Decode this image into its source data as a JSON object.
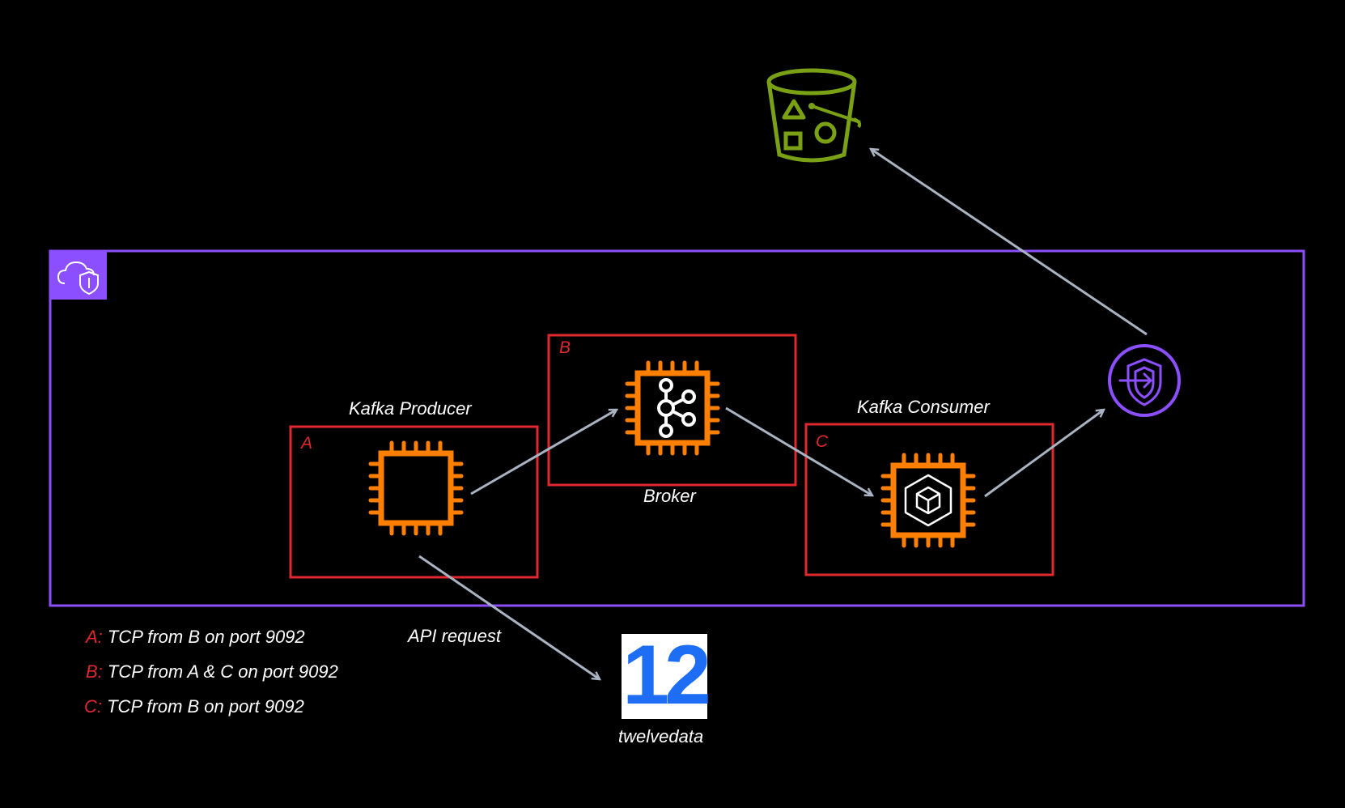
{
  "labels": {
    "producer": "Kafka Producer",
    "broker": "Broker",
    "consumer": "Kafka Consumer",
    "api_request": "API request",
    "twelvedata": "twelvedata",
    "twelvedata_logo_text": "12"
  },
  "security_groups": [
    {
      "id": "A",
      "letter": "A"
    },
    {
      "id": "B",
      "letter": "B"
    },
    {
      "id": "C",
      "letter": "C"
    }
  ],
  "legend": [
    {
      "key": "A:",
      "text": " TCP from B on port 9092"
    },
    {
      "key": "B:",
      "text": " TCP from A & C on port 9092"
    },
    {
      "key": "C:",
      "text": " TCP from B on port 9092"
    }
  ],
  "colors": {
    "background": "#000000",
    "vpc_border": "#8c4fff",
    "security_group": "#e0282e",
    "ec2_orange": "#ff8000",
    "s3_green": "#7aa116",
    "arrow_gray": "#a9b3c1",
    "twelvedata_blue": "#1d6ef5"
  },
  "icons": {
    "vpc": "vpc-cloud-shield-icon",
    "s3": "s3-bucket-icon",
    "producer": "ec2-instance-icon",
    "broker": "kafka-broker-icon",
    "consumer": "ec2-instance-package-icon",
    "gateway": "vpc-endpoint-shield-icon"
  }
}
